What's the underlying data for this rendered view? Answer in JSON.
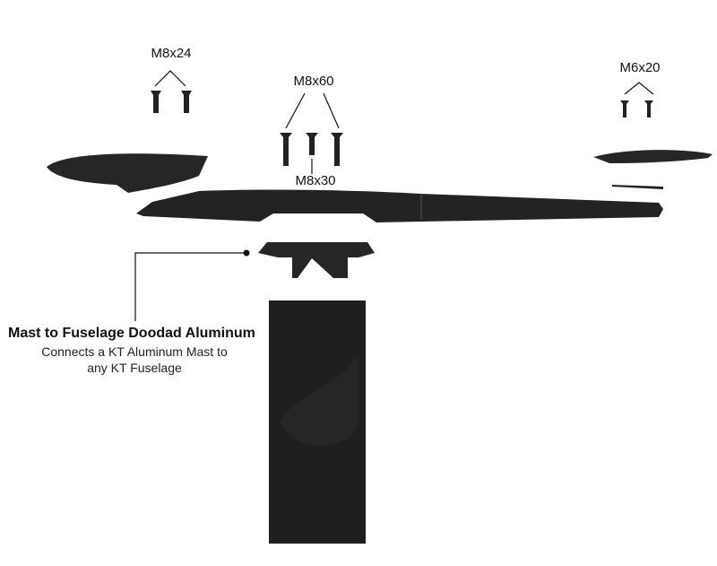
{
  "labels": {
    "screw_front": "M8x24",
    "screw_mast": "M8x60",
    "screw_rear": "M6x20",
    "screw_center": "M8x30"
  },
  "part": {
    "title": "Mast to Fuselage Doodad Aluminum",
    "description_line1": "Connects a KT Aluminum Mast to",
    "description_line2": "any KT Fuselage"
  },
  "colors": {
    "part": "#222222",
    "line": "#111111"
  }
}
